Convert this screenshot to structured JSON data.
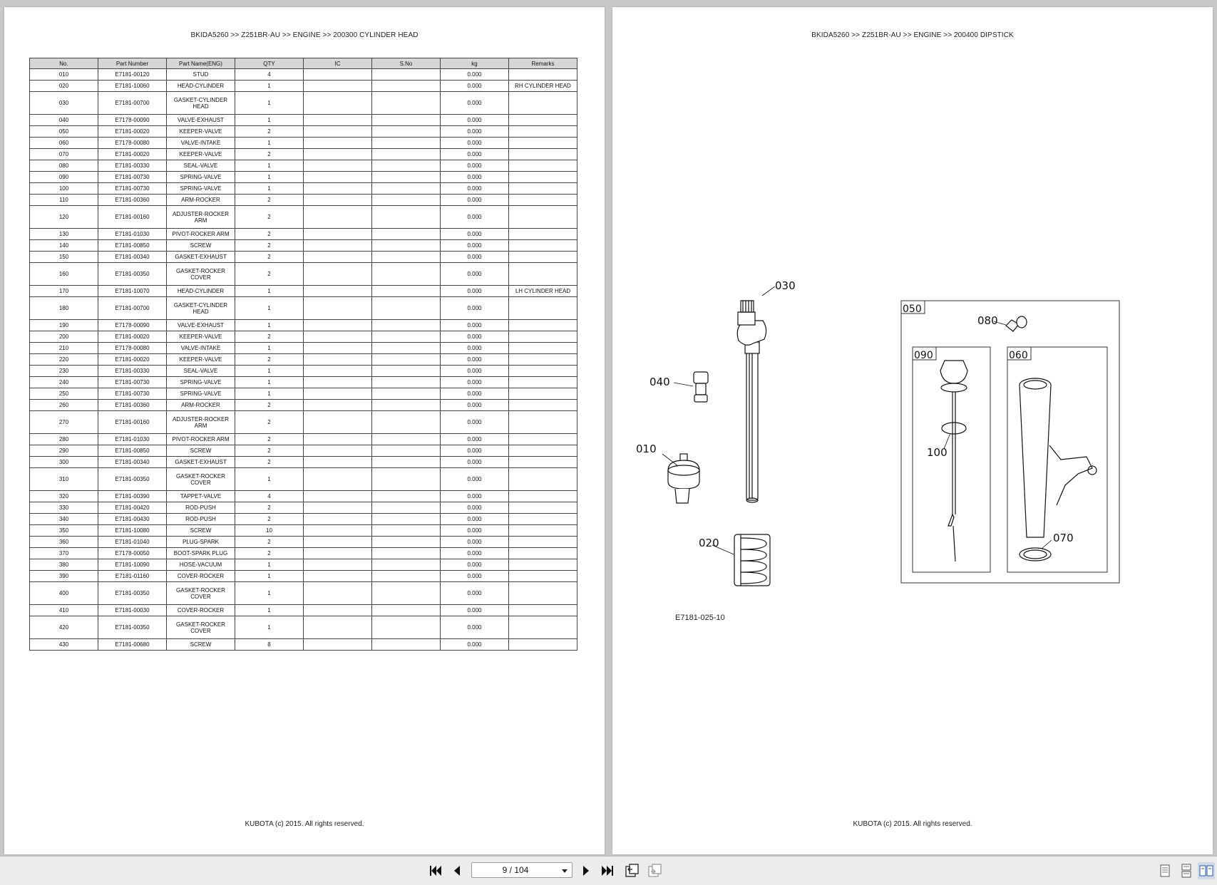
{
  "left_page": {
    "breadcrumb": "BKIDA5260 >> Z251BR-AU >> ENGINE >> 200300   CYLINDER HEAD",
    "footer": "KUBOTA (c) 2015. All rights reserved.",
    "table": {
      "headers": [
        "No.",
        "Part Number",
        "Part Name(ENG)",
        "QTY",
        "IC",
        "S.No",
        "kg",
        "Remarks"
      ],
      "rows": [
        {
          "no": "010",
          "part": "E7181-00120",
          "name": "STUD",
          "qty": "4",
          "ic": "",
          "sno": "",
          "kg": "0.000",
          "remarks": ""
        },
        {
          "no": "020",
          "part": "E7181-10060",
          "name": "HEAD-CYLINDER",
          "qty": "1",
          "ic": "",
          "sno": "",
          "kg": "0.000",
          "remarks": "RH CYLINDER HEAD"
        },
        {
          "no": "030",
          "part": "E7181-00700",
          "name": "GASKET-CYLINDER HEAD",
          "qty": "1",
          "ic": "",
          "sno": "",
          "kg": "0.000",
          "remarks": "",
          "tall": true
        },
        {
          "no": "040",
          "part": "E7178-00090",
          "name": "VALVE-EXHAUST",
          "qty": "1",
          "ic": "",
          "sno": "",
          "kg": "0.000",
          "remarks": ""
        },
        {
          "no": "050",
          "part": "E7181-00020",
          "name": "KEEPER-VALVE",
          "qty": "2",
          "ic": "",
          "sno": "",
          "kg": "0.000",
          "remarks": ""
        },
        {
          "no": "060",
          "part": "E7178-00080",
          "name": "VALVE-INTAKE",
          "qty": "1",
          "ic": "",
          "sno": "",
          "kg": "0.000",
          "remarks": ""
        },
        {
          "no": "070",
          "part": "E7181-00020",
          "name": "KEEPER-VALVE",
          "qty": "2",
          "ic": "",
          "sno": "",
          "kg": "0.000",
          "remarks": ""
        },
        {
          "no": "080",
          "part": "E7181-00330",
          "name": "SEAL-VALVE",
          "qty": "1",
          "ic": "",
          "sno": "",
          "kg": "0.000",
          "remarks": ""
        },
        {
          "no": "090",
          "part": "E7181-00730",
          "name": "SPRING-VALVE",
          "qty": "1",
          "ic": "",
          "sno": "",
          "kg": "0.000",
          "remarks": ""
        },
        {
          "no": "100",
          "part": "E7181-00730",
          "name": "SPRING-VALVE",
          "qty": "1",
          "ic": "",
          "sno": "",
          "kg": "0.000",
          "remarks": ""
        },
        {
          "no": "110",
          "part": "E7181-00360",
          "name": "ARM-ROCKER",
          "qty": "2",
          "ic": "",
          "sno": "",
          "kg": "0.000",
          "remarks": ""
        },
        {
          "no": "120",
          "part": "E7181-00160",
          "name": "ADJUSTER-ROCKER ARM",
          "qty": "2",
          "ic": "",
          "sno": "",
          "kg": "0.000",
          "remarks": "",
          "tall": true
        },
        {
          "no": "130",
          "part": "E7181-01030",
          "name": "PIVOT-ROCKER ARM",
          "qty": "2",
          "ic": "",
          "sno": "",
          "kg": "0.000",
          "remarks": ""
        },
        {
          "no": "140",
          "part": "E7181-00850",
          "name": "SCREW",
          "qty": "2",
          "ic": "",
          "sno": "",
          "kg": "0.000",
          "remarks": ""
        },
        {
          "no": "150",
          "part": "E7181-00340",
          "name": "GASKET-EXHAUST",
          "qty": "2",
          "ic": "",
          "sno": "",
          "kg": "0.000",
          "remarks": ""
        },
        {
          "no": "160",
          "part": "E7181-00350",
          "name": "GASKET-ROCKER COVER",
          "qty": "2",
          "ic": "",
          "sno": "",
          "kg": "0.000",
          "remarks": "",
          "tall": true
        },
        {
          "no": "170",
          "part": "E7181-10070",
          "name": "HEAD-CYLINDER",
          "qty": "1",
          "ic": "",
          "sno": "",
          "kg": "0.000",
          "remarks": "LH CYLINDER HEAD"
        },
        {
          "no": "180",
          "part": "E7181-00700",
          "name": "GASKET-CYLINDER HEAD",
          "qty": "1",
          "ic": "",
          "sno": "",
          "kg": "0.000",
          "remarks": "",
          "tall": true
        },
        {
          "no": "190",
          "part": "E7178-00090",
          "name": "VALVE-EXHAUST",
          "qty": "1",
          "ic": "",
          "sno": "",
          "kg": "0.000",
          "remarks": ""
        },
        {
          "no": "200",
          "part": "E7181-00020",
          "name": "KEEPER-VALVE",
          "qty": "2",
          "ic": "",
          "sno": "",
          "kg": "0.000",
          "remarks": ""
        },
        {
          "no": "210",
          "part": "E7178-00080",
          "name": "VALVE-INTAKE",
          "qty": "1",
          "ic": "",
          "sno": "",
          "kg": "0.000",
          "remarks": ""
        },
        {
          "no": "220",
          "part": "E7181-00020",
          "name": "KEEPER-VALVE",
          "qty": "2",
          "ic": "",
          "sno": "",
          "kg": "0.000",
          "remarks": ""
        },
        {
          "no": "230",
          "part": "E7181-00330",
          "name": "SEAL-VALVE",
          "qty": "1",
          "ic": "",
          "sno": "",
          "kg": "0.000",
          "remarks": ""
        },
        {
          "no": "240",
          "part": "E7181-00730",
          "name": "SPRING-VALVE",
          "qty": "1",
          "ic": "",
          "sno": "",
          "kg": "0.000",
          "remarks": ""
        },
        {
          "no": "250",
          "part": "E7181-00730",
          "name": "SPRING-VALVE",
          "qty": "1",
          "ic": "",
          "sno": "",
          "kg": "0.000",
          "remarks": ""
        },
        {
          "no": "260",
          "part": "E7181-00360",
          "name": "ARM-ROCKER",
          "qty": "2",
          "ic": "",
          "sno": "",
          "kg": "0.000",
          "remarks": ""
        },
        {
          "no": "270",
          "part": "E7181-00160",
          "name": "ADJUSTER-ROCKER ARM",
          "qty": "2",
          "ic": "",
          "sno": "",
          "kg": "0.000",
          "remarks": "",
          "tall": true
        },
        {
          "no": "280",
          "part": "E7181-01030",
          "name": "PIVOT-ROCKER ARM",
          "qty": "2",
          "ic": "",
          "sno": "",
          "kg": "0.000",
          "remarks": ""
        },
        {
          "no": "290",
          "part": "E7181-00850",
          "name": "SCREW",
          "qty": "2",
          "ic": "",
          "sno": "",
          "kg": "0.000",
          "remarks": ""
        },
        {
          "no": "300",
          "part": "E7181-00340",
          "name": "GASKET-EXHAUST",
          "qty": "2",
          "ic": "",
          "sno": "",
          "kg": "0.000",
          "remarks": ""
        },
        {
          "no": "310",
          "part": "E7181-00350",
          "name": "GASKET-ROCKER COVER",
          "qty": "1",
          "ic": "",
          "sno": "",
          "kg": "0.000",
          "remarks": "",
          "tall": true
        },
        {
          "no": "320",
          "part": "E7181-00390",
          "name": "TAPPET-VALVE",
          "qty": "4",
          "ic": "",
          "sno": "",
          "kg": "0.000",
          "remarks": ""
        },
        {
          "no": "330",
          "part": "E7181-00420",
          "name": "ROD-PUSH",
          "qty": "2",
          "ic": "",
          "sno": "",
          "kg": "0.000",
          "remarks": ""
        },
        {
          "no": "340",
          "part": "E7181-00430",
          "name": "ROD-PUSH",
          "qty": "2",
          "ic": "",
          "sno": "",
          "kg": "0.000",
          "remarks": ""
        },
        {
          "no": "350",
          "part": "E7181-10080",
          "name": "SCREW",
          "qty": "10",
          "ic": "",
          "sno": "",
          "kg": "0.000",
          "remarks": ""
        },
        {
          "no": "360",
          "part": "E7181-01040",
          "name": "PLUG-SPARK",
          "qty": "2",
          "ic": "",
          "sno": "",
          "kg": "0.000",
          "remarks": ""
        },
        {
          "no": "370",
          "part": "E7178-00050",
          "name": "BOOT-SPARK PLUG",
          "qty": "2",
          "ic": "",
          "sno": "",
          "kg": "0.000",
          "remarks": ""
        },
        {
          "no": "380",
          "part": "E7181-10090",
          "name": "HOSE-VACUUM",
          "qty": "1",
          "ic": "",
          "sno": "",
          "kg": "0.000",
          "remarks": ""
        },
        {
          "no": "390",
          "part": "E7181-01160",
          "name": "COVER-ROCKER",
          "qty": "1",
          "ic": "",
          "sno": "",
          "kg": "0.000",
          "remarks": ""
        },
        {
          "no": "400",
          "part": "E7181-00350",
          "name": "GASKET-ROCKER COVER",
          "qty": "1",
          "ic": "",
          "sno": "",
          "kg": "0.000",
          "remarks": "",
          "tall": true
        },
        {
          "no": "410",
          "part": "E7181-00030",
          "name": "COVER-ROCKER",
          "qty": "1",
          "ic": "",
          "sno": "",
          "kg": "0.000",
          "remarks": ""
        },
        {
          "no": "420",
          "part": "E7181-00350",
          "name": "GASKET-ROCKER COVER",
          "qty": "1",
          "ic": "",
          "sno": "",
          "kg": "0.000",
          "remarks": "",
          "tall": true
        },
        {
          "no": "430",
          "part": "E7181-00680",
          "name": "SCREW",
          "qty": "8",
          "ic": "",
          "sno": "",
          "kg": "0.000",
          "remarks": ""
        }
      ]
    }
  },
  "right_page": {
    "breadcrumb": "BKIDA5260 >> Z251BR-AU >> ENGINE >> 200400   DIPSTICK",
    "footer": "KUBOTA (c) 2015. All rights reserved.",
    "drawing_id": "E7181-025-10",
    "callouts": [
      "030",
      "040",
      "010",
      "020",
      "050",
      "080",
      "090",
      "060",
      "100",
      "070"
    ]
  },
  "toolbar": {
    "page_indicator": "9 / 104",
    "icons": [
      "first-page-icon",
      "prev-page-icon",
      "next-page-icon",
      "last-page-icon",
      "go-back-icon",
      "go-forward-icon",
      "single-page-view-icon",
      "continuous-view-icon",
      "two-page-view-icon"
    ]
  }
}
